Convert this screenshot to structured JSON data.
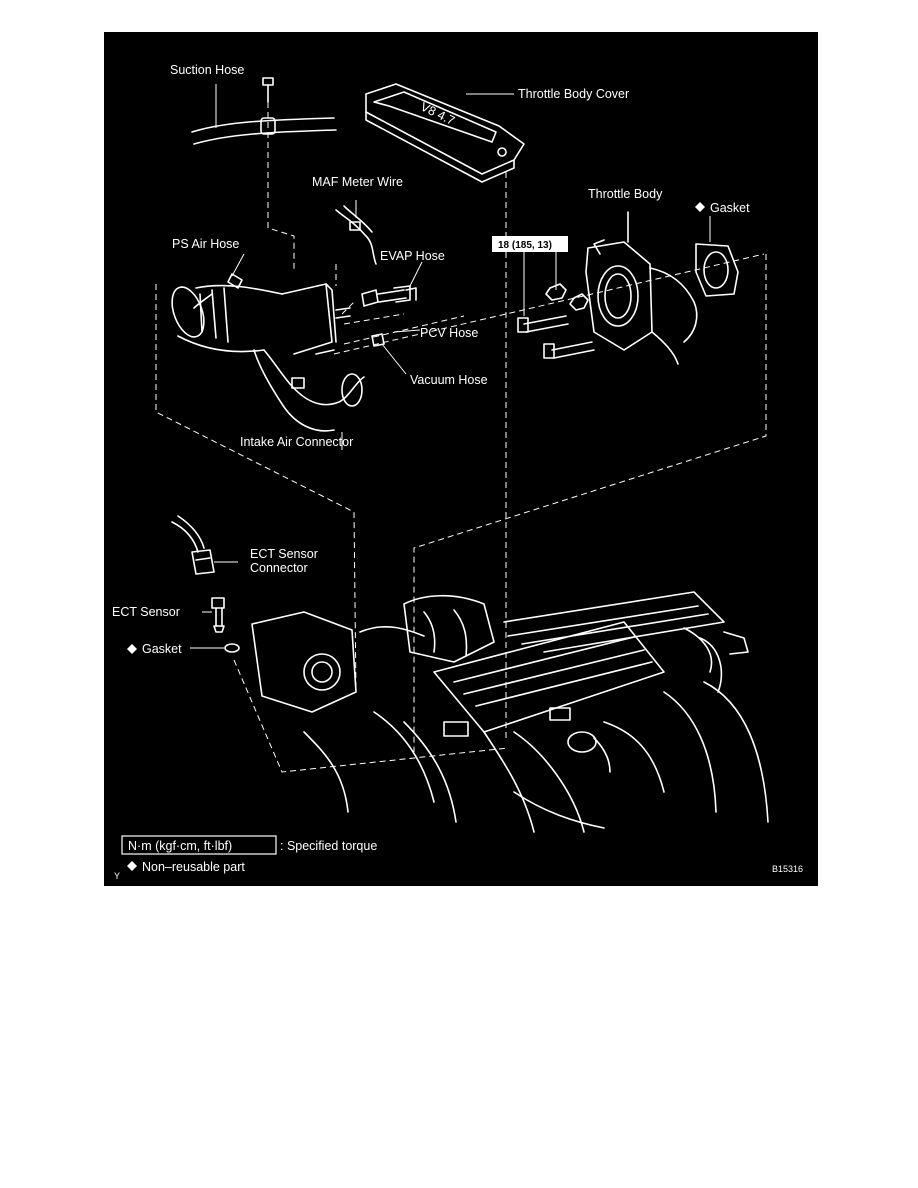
{
  "labels": {
    "suction_hose": "Suction Hose",
    "throttle_body_cover": "Throttle Body Cover",
    "cover_marking": "V8 4.7",
    "maf_meter_wire": "MAF Meter Wire",
    "throttle_body": "Throttle Body",
    "gasket_top": "Gasket",
    "ps_air_hose": "PS Air Hose",
    "evap_hose": "EVAP Hose",
    "pcv_hose": "PCV Hose",
    "vacuum_hose": "Vacuum Hose",
    "intake_air_connector": "Intake Air Connector",
    "ect_sensor_connector_line1": "ECT Sensor",
    "ect_sensor_connector_line2": "Connector",
    "ect_sensor": "ECT Sensor",
    "gasket_bottom": "Gasket"
  },
  "torque": {
    "value": "18 (185, 13)"
  },
  "legend": {
    "unit_box": "N·m (kgf·cm, ft·lbf)",
    "unit_desc": ": Specified torque",
    "nonreusable": "Non–reusable part",
    "marker": "◆"
  },
  "corner": {
    "left_mark": "Y",
    "figure_code": "B15316"
  },
  "colors": {
    "background": "#000000",
    "ink": "#ffffff",
    "page": "#ffffff"
  }
}
